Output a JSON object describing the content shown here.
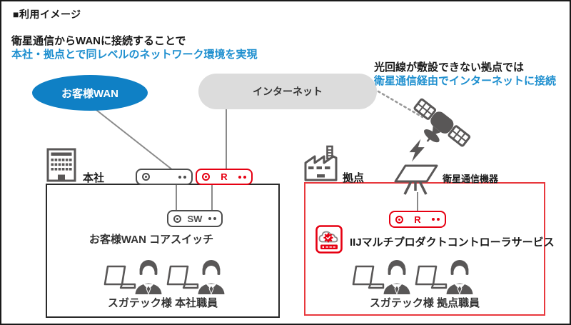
{
  "title": "■利用イメージ",
  "headline": {
    "line1": "衛星通信からWANに接続することで",
    "line2": "本社・拠点とで同レベルのネットワーク環境を実現"
  },
  "branch_note": {
    "line1": "光回線が敷設できない拠点では",
    "line2": "衛星通信経由でインターネットに接続"
  },
  "nodes": {
    "customer_wan": "お客様WAN",
    "internet": "インターネット"
  },
  "hq": {
    "site_label": "本社",
    "core_switch_caption": "お客様WAN コアスイッチ",
    "staff_caption": "スガテック様 本社職員"
  },
  "branch": {
    "site_label": "拠点",
    "satellite_device_label": "衛星通信機器",
    "service_caption": "IIJマルチプロダクトコントローラサービス",
    "staff_caption": "スガテック様 拠点職員"
  },
  "devices": {
    "router_label": "R",
    "switch_label": "SW"
  },
  "colors": {
    "accent_blue": "#0f80c5",
    "text_blue": "#1e8fcf",
    "accent_red": "#e60012",
    "box_red": "#e8383d",
    "icon_gray": "#595757",
    "cloud_gray": "#dcdcdc"
  }
}
